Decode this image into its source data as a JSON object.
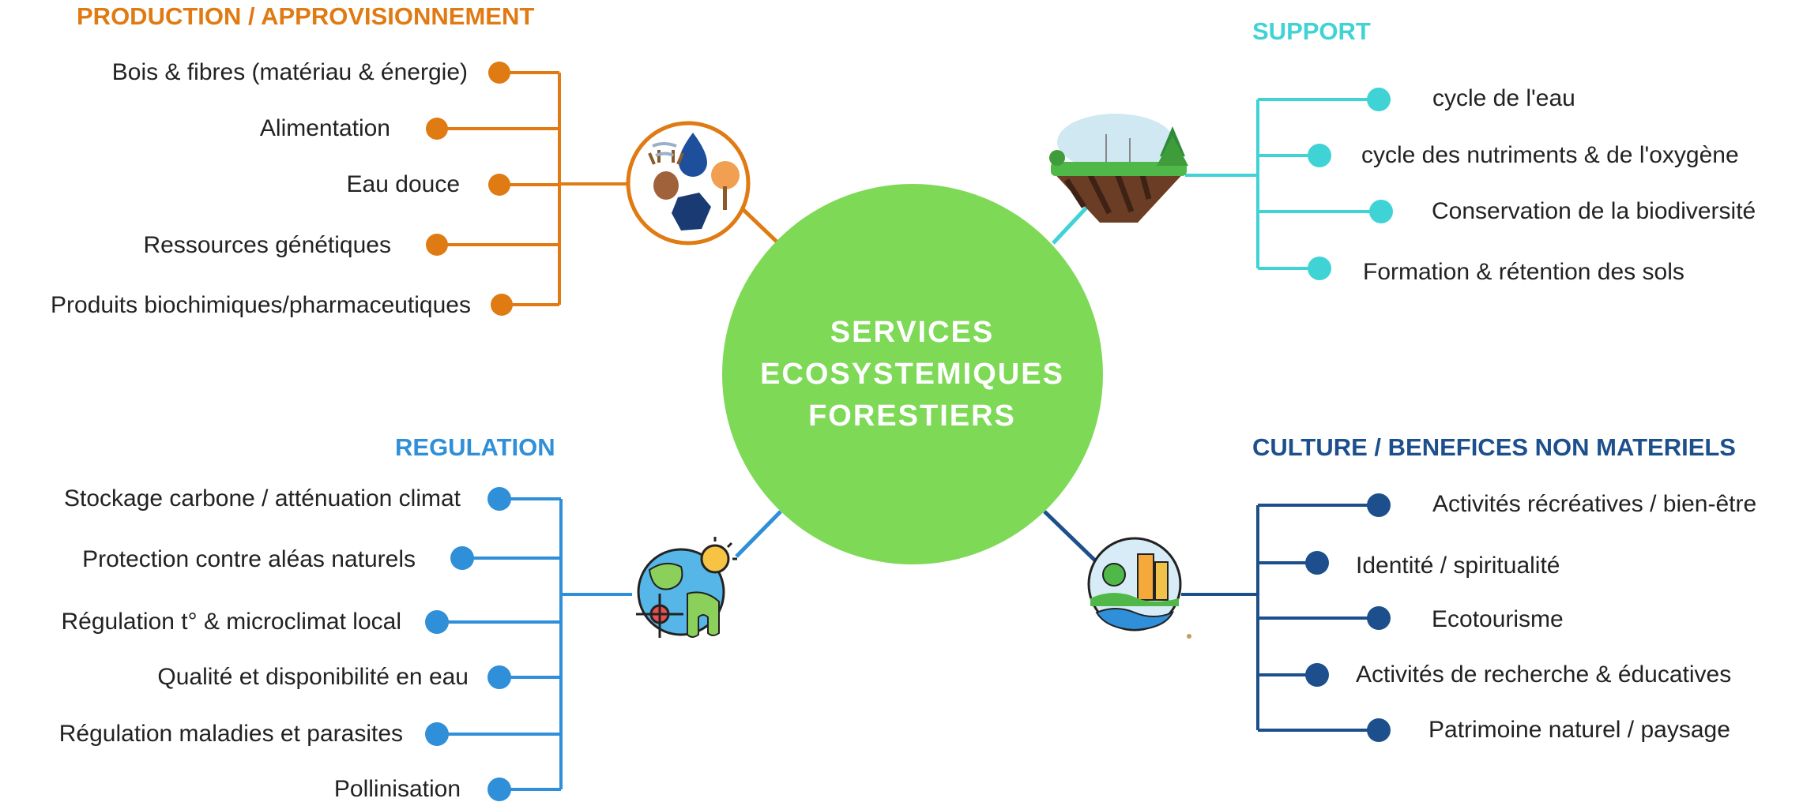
{
  "center": {
    "line1": "SERVICES",
    "line2": "ECOSYSTEMIQUES",
    "line3": "FORESTIERS",
    "color": "#7ed957"
  },
  "colors": {
    "production": "#e07a12",
    "support": "#3fd3d6",
    "regulation": "#2f8fd8",
    "culture": "#1c4f8c"
  },
  "production": {
    "title": "PRODUCTION / APPROVISIONNEMENT",
    "icon": "wildlife-water-forest-icon",
    "items": [
      "Bois  & fibres (matériau & énergie)",
      "Alimentation",
      "Eau douce",
      "Ressources génétiques",
      "Produits biochimiques/pharmaceutiques"
    ]
  },
  "support": {
    "title": "SUPPORT",
    "icon": "floating-island-icon",
    "items": [
      "cycle de l'eau",
      "cycle des nutriments & de l'oxygène",
      "Conservation de la biodiversité",
      "Formation & rétention des sols"
    ]
  },
  "regulation": {
    "title": "REGULATION",
    "icon": "globe-climate-icon",
    "items": [
      "Stockage carbone / atténuation climat",
      "Protection contre aléas naturels",
      "Régulation t° & microclimat local",
      "Qualité et disponibilité en eau",
      "Régulation maladies et parasites",
      "Pollinisation"
    ]
  },
  "culture": {
    "title": "CULTURE / BENEFICES NON MATERIELS",
    "icon": "landscape-city-icon",
    "items": [
      "Activités récréatives / bien-être",
      "Identité / spiritualité",
      "Ecotourisme",
      "Activités de recherche & éducatives",
      "Patrimoine naturel / paysage"
    ]
  }
}
